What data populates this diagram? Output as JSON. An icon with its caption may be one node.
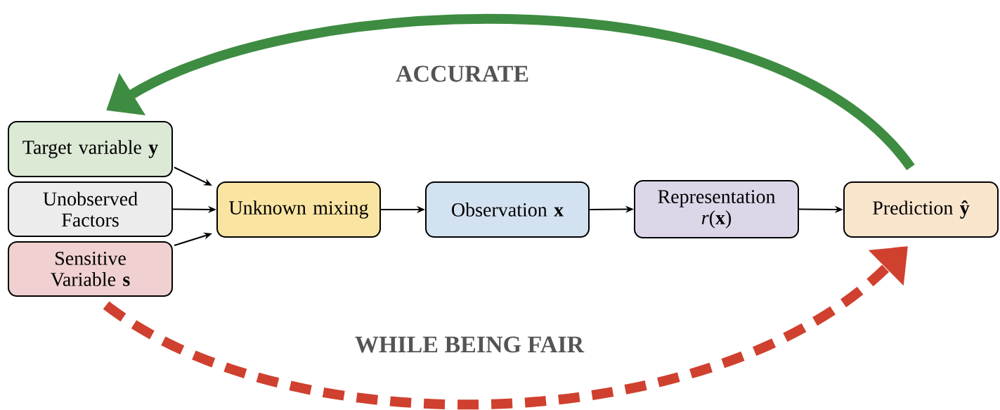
{
  "diagram": {
    "nodes": [
      {
        "text": [
          "Target variable **y**"
        ]
      },
      {
        "text": [
          "Unobserved Factors"
        ]
      },
      {
        "text": [
          "Sensitive Variable **s**"
        ]
      },
      {
        "text": [
          "Unknown mixing"
        ]
      },
      {
        "text": [
          "Observation **x**"
        ]
      },
      {
        "text": [
          "Representation *r*(**x**)"
        ]
      },
      {
        "text": [
          "Prediction **ŷ**"
        ]
      }
    ],
    "edges": [
      {
        "from": 0,
        "to": 3,
        "arrow": "to"
      },
      {
        "from": 1,
        "to": 3,
        "arrow": "to"
      },
      {
        "from": 2,
        "to": 3,
        "arrow": "to"
      },
      {
        "from": 3,
        "to": 4,
        "arrow": "to"
      },
      {
        "from": 4,
        "to": 5,
        "arrow": "to"
      },
      {
        "from": 5,
        "to": 6,
        "arrow": "to"
      },
      {
        "from": 6,
        "to": 0,
        "arrow": "to",
        "label": "ACCURATE",
        "style": "thick",
        "color": "#3e8c42"
      },
      {
        "from": 2,
        "to": 6,
        "arrow": "to",
        "label": "WHILE BEING FAIR",
        "style": "dashed",
        "color": "#d0402f"
      }
    ]
  }
}
